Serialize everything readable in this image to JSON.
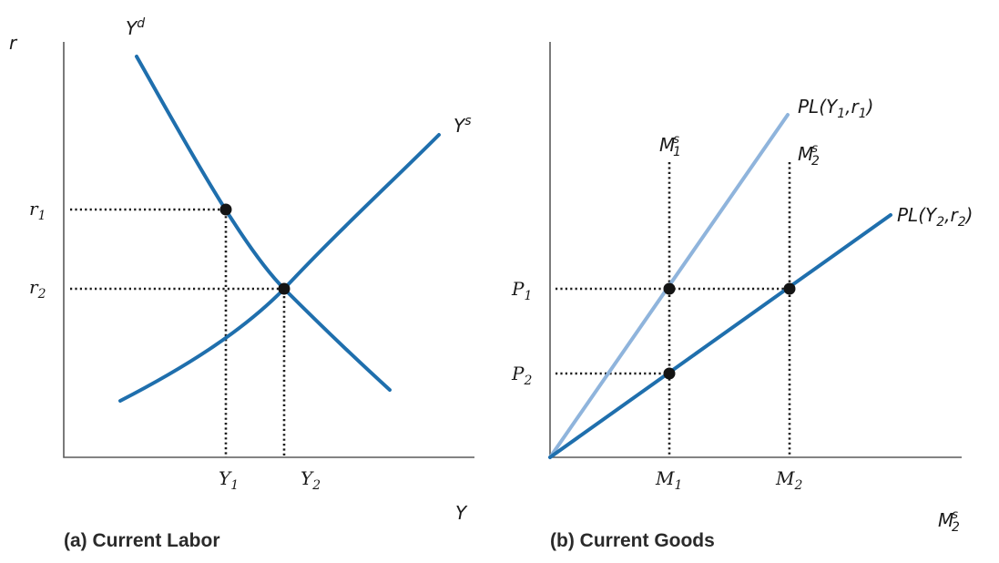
{
  "colors": {
    "dark_blue": "#1f6fad",
    "light_blue": "#8fb4dc",
    "point": "#141414",
    "axis": "#5a5a5a"
  },
  "panel_a": {
    "caption": "(a) Current Labor",
    "y_axis": {
      "letter": "r"
    },
    "x_axis": {
      "letter": "Y"
    },
    "demand_curve": {
      "main": "Y",
      "sup": "d"
    },
    "supply_curve": {
      "main": "Y",
      "sup": "s"
    },
    "r1": {
      "main": "r",
      "sub": "1"
    },
    "r2": {
      "main": "r",
      "sub": "2"
    },
    "Y1": {
      "main": "Y",
      "sub": "1"
    },
    "Y2": {
      "main": "Y",
      "sub": "2"
    }
  },
  "panel_b": {
    "caption": "(b) Current Goods",
    "x_axis": {
      "main": "M",
      "sup": "s",
      "sub": "2"
    },
    "line_steep": {
      "prefix": "PL(Y",
      "sub1": "1",
      "mid": ",r",
      "sub2": "1",
      "suffix": ")"
    },
    "line_flat": {
      "prefix": "PL(Y",
      "sub1": "2",
      "mid": ",r",
      "sub2": "2",
      "suffix": ")"
    },
    "M1s": {
      "main": "M",
      "sup": "s",
      "sub": "1"
    },
    "M2s": {
      "main": "M",
      "sup": "s",
      "sub": "2"
    },
    "P1": {
      "main": "P",
      "sub": "1"
    },
    "P2": {
      "main": "P",
      "sub": "2"
    },
    "M1": {
      "main": "M",
      "sub": "1"
    },
    "M2": {
      "main": "M",
      "sub": "2"
    }
  }
}
